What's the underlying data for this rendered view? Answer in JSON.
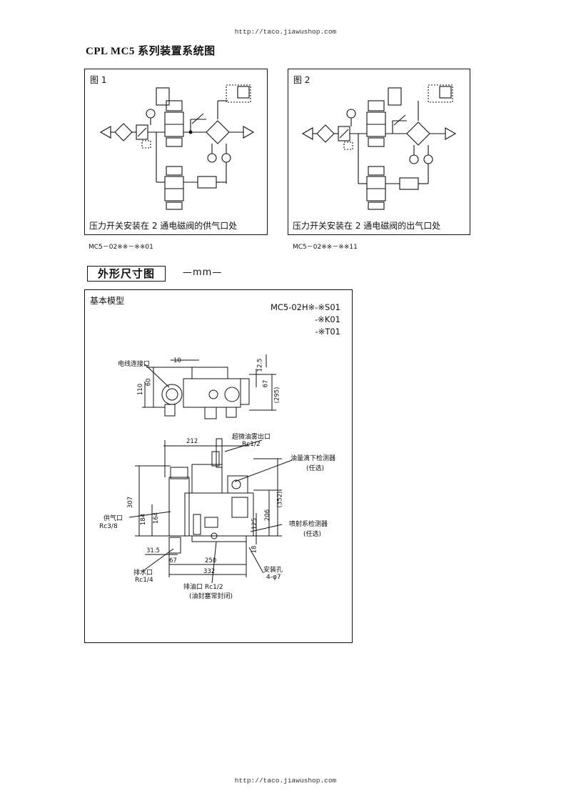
{
  "header_url": "http://taco.jiawushop.com",
  "footer_url": "http://taco.jiawushop.com",
  "page_title": "CPL   MC5 系列装置系统图",
  "fig1": {
    "label": "图 1",
    "caption": "压力开关安装在 2 通电磁阀的供气口处",
    "model": "MC5－02※※－※※01"
  },
  "fig2": {
    "label": "图 2",
    "caption": "压力开关安装在 2 通电磁阀的出气口处",
    "model": "MC5－02※※－※※11"
  },
  "dimensions": {
    "section_title": "外形尺寸图",
    "unit": "—mm—",
    "basic_model": "基本模型",
    "models": [
      "MC5-02H※-※S01",
      "-※K01",
      "-※T01"
    ],
    "labels": {
      "wire_port": "电线连接口",
      "overflow_port": "超微油雾出口",
      "overflow_thread": "Rc1/2",
      "oil_detector": "油量滴下检测器",
      "oil_detector_opt": "(任选)",
      "air_supply": "供气口",
      "air_supply_thread": "Rc3/8",
      "spray_detector": "喷射系检测器",
      "spray_detector_opt": "(任选)",
      "drain": "排水口",
      "drain_thread": "Rc1/4",
      "oil_drain": "排油口 Rc1/2",
      "oil_drain_note": "(油封塞常封闭)",
      "mount_hole": "安装孔",
      "mount_hole_spec": "4-φ7"
    },
    "dims": {
      "d10": "10",
      "d60": "60",
      "d110": "110",
      "d12_5": "12.5",
      "d67": "67",
      "d295": "(295)",
      "d212": "212",
      "d307": "307",
      "d184": "184",
      "d164": "164",
      "d352": "(352)",
      "d206": "206",
      "d125": "125",
      "d18": "18",
      "d31_5": "31.5",
      "d67b": "67",
      "d250": "250",
      "d332": "332"
    }
  }
}
